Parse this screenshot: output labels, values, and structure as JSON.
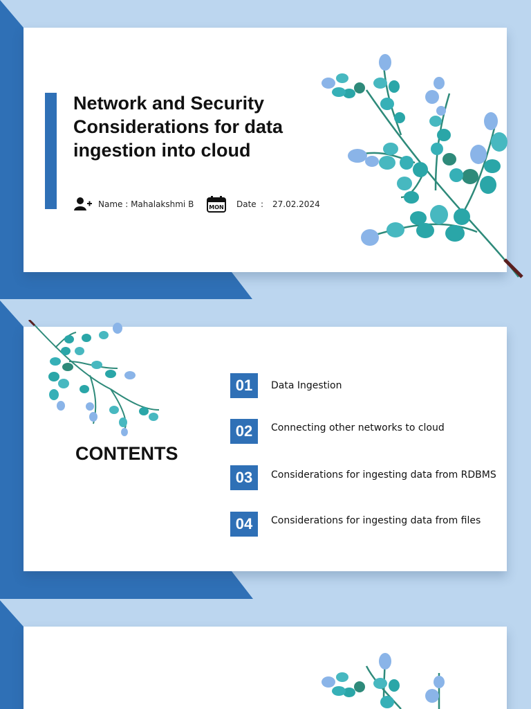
{
  "slide1": {
    "title": "Network and Security\nConsiderations for data\ningestion into cloud",
    "name_label": "Name : Mahalakshmi B",
    "calendar_text": "MON",
    "date_label": "Date",
    "date_sep": ":",
    "date_value": "27.02.2024"
  },
  "slide2": {
    "heading": "CONTENTS",
    "items": [
      {
        "num": "01",
        "label": "Data Ingestion"
      },
      {
        "num": "02",
        "label": "Connecting other networks to cloud"
      },
      {
        "num": "03",
        "label": "Considerations for ingesting data from RDBMS"
      },
      {
        "num": "04",
        "label": "Considerations for ingesting data from files"
      }
    ]
  },
  "colors": {
    "accent": "#2f70b6",
    "light_bg": "#bcd6ef",
    "leaf_teal": "#2aa6a8",
    "leaf_blue": "#8ab4e8"
  },
  "icons": {
    "user": "add-user-icon",
    "calendar": "calendar-icon",
    "branch": "eucalyptus-branch-icon"
  }
}
